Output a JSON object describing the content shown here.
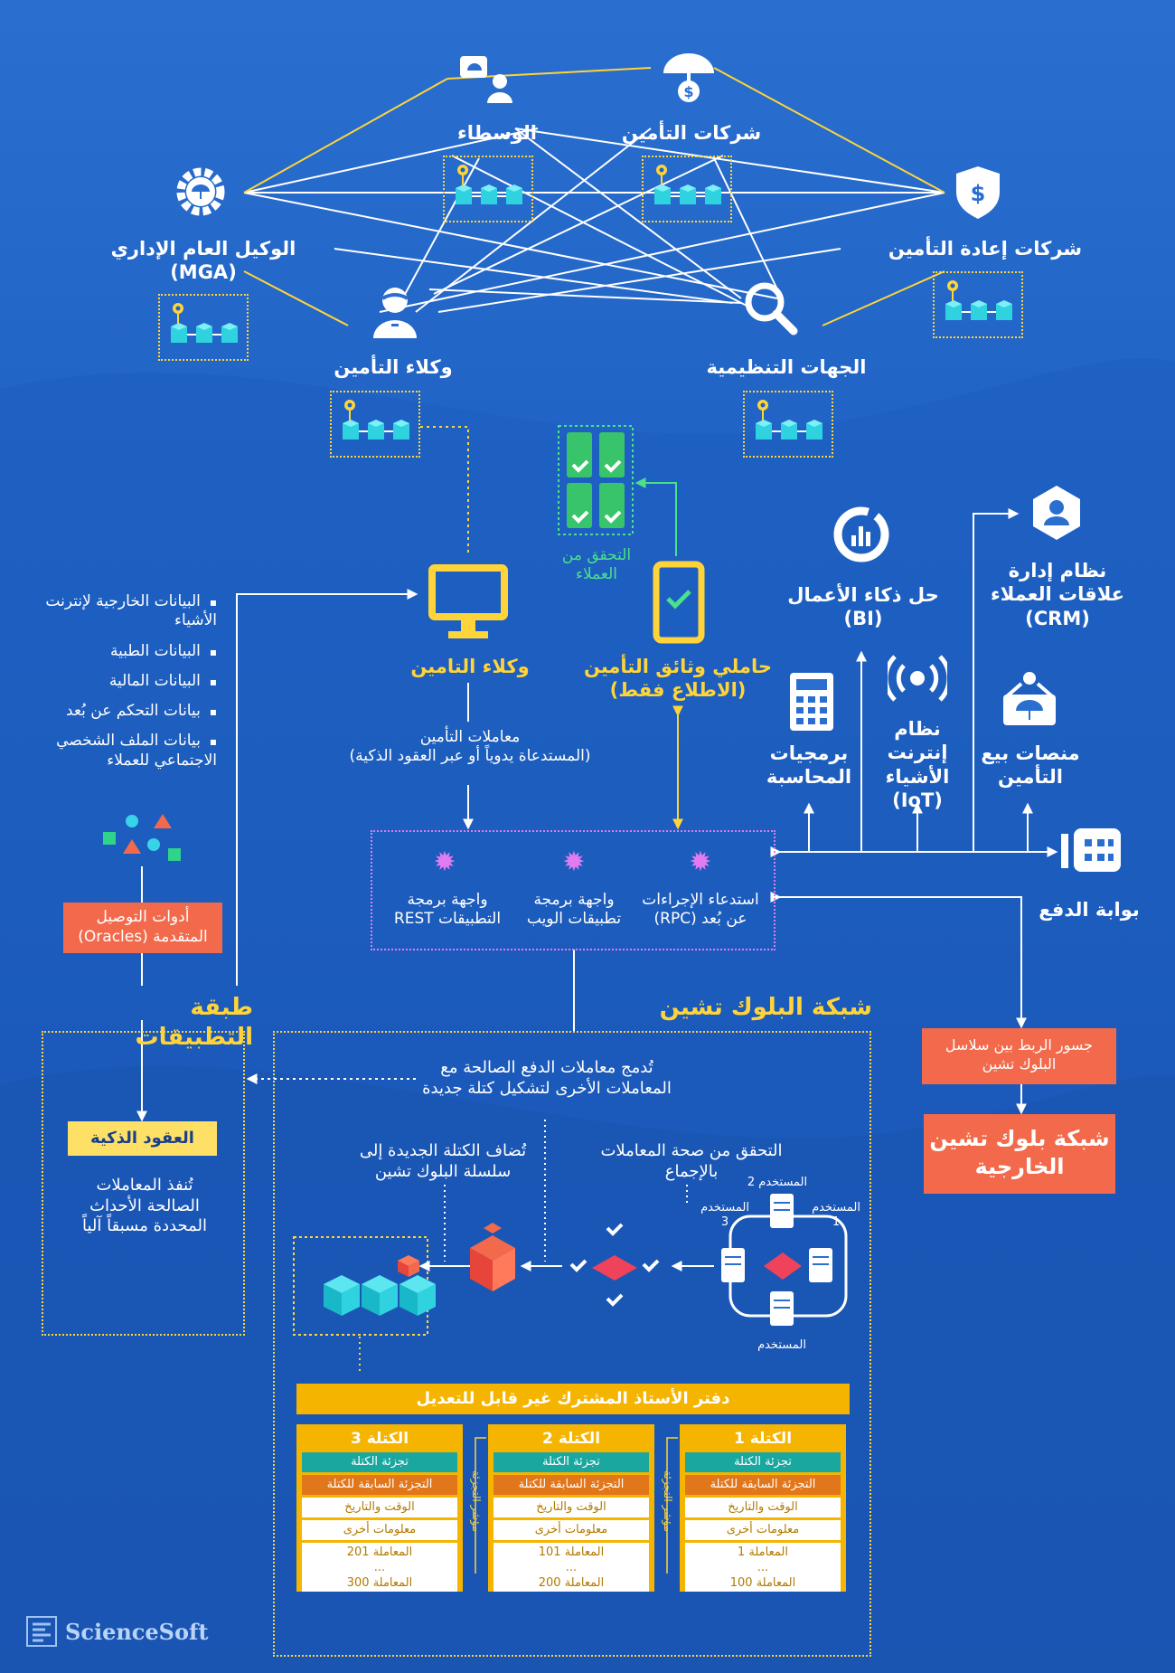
{
  "nodes": {
    "brokers": "الوسطاء",
    "insurers": "شركات التأمين",
    "mga_line1": "الوكيل العام الإداري",
    "mga_line2": "(MGA)",
    "reinsurers": "شركات إعادة التأمين",
    "agents": "وكلاء التأمين",
    "regulators": "الجهات التنظيمية"
  },
  "middle": {
    "kyc_line1": "التحقق من",
    "kyc_line2": "العملاء",
    "agents2": "وكلاء التامين",
    "holders_line1": "حاملي وثائق التأمين",
    "holders_line2": "(الاطلاع فقط)",
    "tx_line1": "معاملات التأمين",
    "tx_line2": "(المستدعاة يدوياً أو عبر العقود الذكية)"
  },
  "apis": {
    "rpc_line1": "استدعاء الإجراءات",
    "rpc_line2": "عن بُعد (RPC)",
    "web_line1": "واجهة برمجة",
    "web_line2": "تطبيقات الويب",
    "rest_line1": "واجهة برمجة",
    "rest_line2": "التطبيقات REST"
  },
  "systems": {
    "crm_line1": "نظام إدارة",
    "crm_line2": "علاقات العملاء",
    "crm_line3": "(CRM)",
    "bi_line1": "حل ذكاء الأعمال",
    "bi_line2": "(BI)",
    "accounting_line1": "برمجيات",
    "accounting_line2": "المحاسبة",
    "iot_line1": "نظام إنترنت",
    "iot_line2": "الأشياء",
    "iot_line3": "(IoT)",
    "platforms_line1": "منصات بيع",
    "platforms_line2": "التأمين",
    "payment": "بوابة الدفع"
  },
  "data_sources": [
    "البيانات الخارجية لإنترنت الأشياء",
    "البيانات الطبية",
    "البيانات المالية",
    "بيانات التحكم عن بُعد",
    "بيانات الملف الشخصي الاجتماعي للعملاء"
  ],
  "oracles_line1": "أدوات التوصيل",
  "oracles_line2": "المتقدمة (Oracles)",
  "app_layer": "طبقة التطبيقات",
  "smart_contracts": "العقود الذكية",
  "smart_desc_line1": "تُنفذ المعاملات",
  "smart_desc_line2": "الصالحة الأحداث",
  "smart_desc_line3": "المحددة مسبقاً آلياً",
  "blockchain_network": "شبكة البلوك تشين",
  "bridges_line1": "جسور الربط بين سلاسل",
  "bridges_line2": "البلوك تشين",
  "external_line1": "شبكة بلوك تشين",
  "external_line2": "الخارجية",
  "merge_line1": "تُدمج معاملات الدفع الصالحة مع",
  "merge_line2": "المعاملات الأخرى لتشكيل كتلة جديدة",
  "added_line1": "تُضاف الكتلة الجديدة إلى",
  "added_line2": "سلسلة البلوك تشين",
  "consensus_line1": "التحقق من صحة المعاملات",
  "consensus_line2": "بالإجماع",
  "users": {
    "u1_line1": "المستخدم",
    "u1_line2": "1",
    "u2": "المستخدم 2",
    "u3_line1": "المستخدم",
    "u3_line2": "3",
    "u4": "المستخدم"
  },
  "ledger_title": "دفتر الأستاذ المشترك غير قابل للتعديل",
  "hash_pointer": "مؤشر التجزئة",
  "blocks": [
    {
      "title": "الكتلة 1",
      "hash": "تجزئة الكتلة",
      "prev": "التجزئة السابقة للكتلة",
      "time": "الوقت والتاريخ",
      "other": "معلومات أخرى",
      "tx_first": "المعاملة 1",
      "dots": "...",
      "tx_last": "المعاملة 100"
    },
    {
      "title": "الكتلة 2",
      "hash": "تجزئة الكتلة",
      "prev": "التجزئة السابقة للكتلة",
      "time": "الوقت والتاريخ",
      "other": "معلومات أخرى",
      "tx_first": "المعاملة 101",
      "dots": "...",
      "tx_last": "المعاملة 200"
    },
    {
      "title": "الكتلة 3",
      "hash": "تجزئة الكتلة",
      "prev": "التجزئة السابقة للكتلة",
      "time": "الوقت والتاريخ",
      "other": "معلومات أخرى",
      "tx_first": "المعاملة 201",
      "dots": "...",
      "tx_last": "المعاملة 300"
    }
  ],
  "brand": "ScienceSoft",
  "colors": {
    "yellow": "#ffd43a",
    "orange": "#f26a4b",
    "green": "#4be08a",
    "cyan": "#39d3e8",
    "violet": "#e07cf0"
  }
}
